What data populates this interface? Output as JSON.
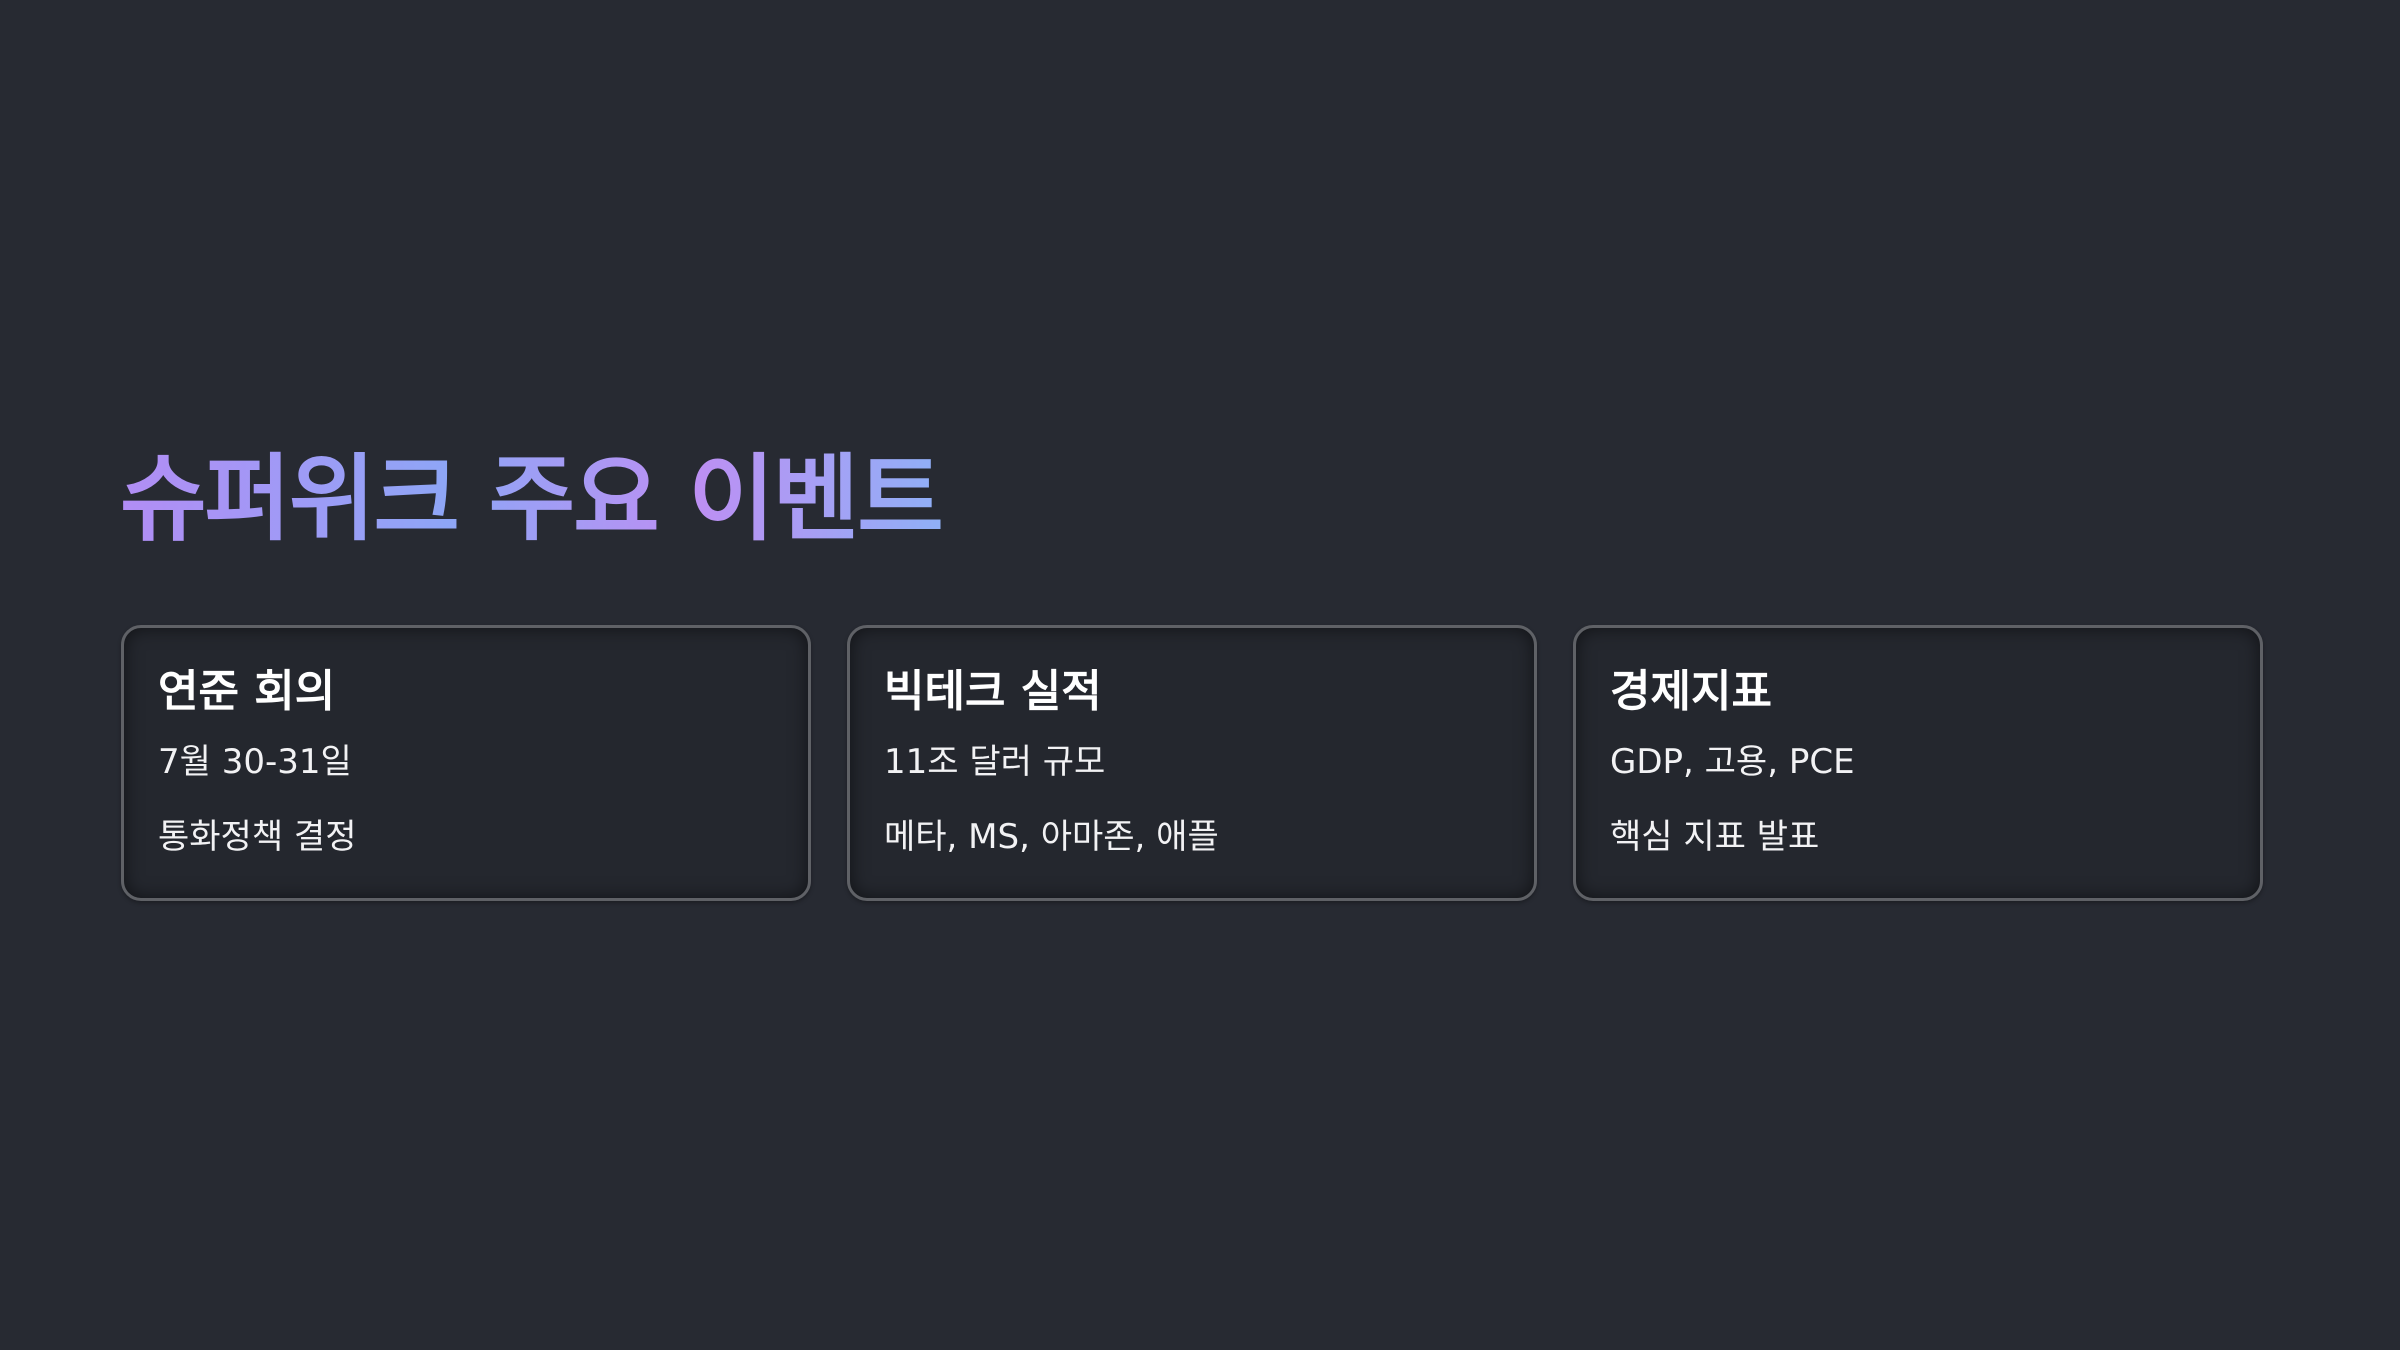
{
  "title": "슈퍼위크 주요 이벤트",
  "cards": [
    {
      "heading": "연준 회의",
      "line1": "7월 30-31일",
      "line2": "통화정책 결정"
    },
    {
      "heading": "빅테크 실적",
      "line1": "11조 달러 규모",
      "line2": "메타, MS, 아마존, 애플"
    },
    {
      "heading": "경제지표",
      "line1": "GDP, 고용, PCE",
      "line2": "핵심 지표 발표"
    }
  ],
  "colors": {
    "background": "#272a32",
    "card_background": "#24272e",
    "card_border": "#5f6166",
    "title_gradient_start": "#b28df5",
    "title_gradient_end": "#8fb0f7"
  }
}
